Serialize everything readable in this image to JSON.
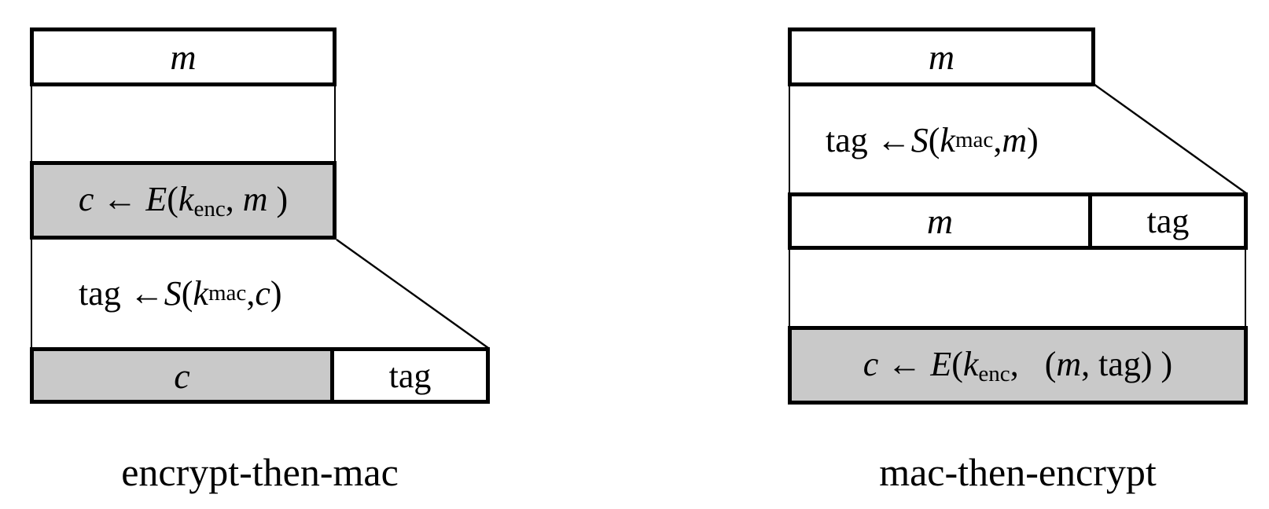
{
  "colors": {
    "shaded_fill": "#c9c9c9",
    "line": "#000000",
    "background": "#ffffff"
  },
  "left_diagram": {
    "caption": "encrypt-then-mac",
    "message_box": "m",
    "encrypt_box_tokens": [
      {
        "text": "c",
        "style": "it"
      },
      {
        "text": " ← ",
        "style": "rm"
      },
      {
        "text": "E",
        "style": "it"
      },
      {
        "text": "(",
        "style": "rm"
      },
      {
        "text": "k",
        "style": "it"
      },
      {
        "text": "enc",
        "style": "sub"
      },
      {
        "text": ", ",
        "style": "rm"
      },
      {
        "text": "m",
        "style": "it"
      },
      {
        "text": " )",
        "style": "rm"
      }
    ],
    "mac_formula_tokens": [
      {
        "text": "tag ← ",
        "style": "rm"
      },
      {
        "text": "S",
        "style": "it"
      },
      {
        "text": "(",
        "style": "rm"
      },
      {
        "text": "k",
        "style": "it"
      },
      {
        "text": "mac",
        "style": "sub"
      },
      {
        "text": ", ",
        "style": "rm"
      },
      {
        "text": "c",
        "style": "it"
      },
      {
        "text": ")",
        "style": "rm"
      }
    ],
    "output_cipher": "c",
    "output_tag": "tag"
  },
  "right_diagram": {
    "caption": "mac-then-encrypt",
    "message_box": "m",
    "mac_formula_tokens": [
      {
        "text": "tag ← ",
        "style": "rm"
      },
      {
        "text": "S",
        "style": "it"
      },
      {
        "text": "(",
        "style": "rm"
      },
      {
        "text": "k",
        "style": "it"
      },
      {
        "text": "mac",
        "style": "sub"
      },
      {
        "text": ", ",
        "style": "rm"
      },
      {
        "text": "m",
        "style": "it"
      },
      {
        "text": ")",
        "style": "rm"
      }
    ],
    "concat_message": "m",
    "concat_tag": "tag",
    "encrypt_box_tokens": [
      {
        "text": "c",
        "style": "it"
      },
      {
        "text": " ← ",
        "style": "rm"
      },
      {
        "text": "E",
        "style": "it"
      },
      {
        "text": "(",
        "style": "rm"
      },
      {
        "text": "k",
        "style": "it"
      },
      {
        "text": "enc",
        "style": "sub"
      },
      {
        "text": ",  (",
        "style": "rm"
      },
      {
        "text": "m",
        "style": "it"
      },
      {
        "text": ", tag) )",
        "style": "rm"
      }
    ]
  }
}
